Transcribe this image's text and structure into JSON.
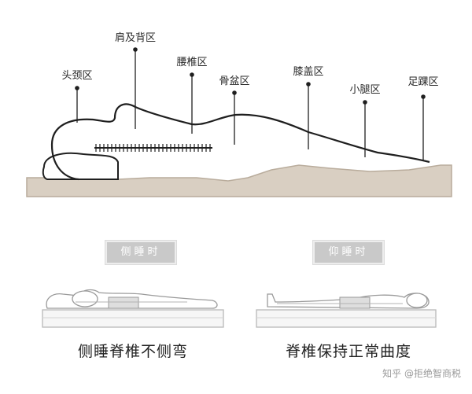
{
  "zones": [
    {
      "label": "头颈区"
    },
    {
      "label": "肩及背区"
    },
    {
      "label": "腰椎区"
    },
    {
      "label": "骨盆区"
    },
    {
      "label": "膝盖区"
    },
    {
      "label": "小腿区"
    },
    {
      "label": "足踝区"
    }
  ],
  "modes": {
    "side": {
      "tag": "侧睡时",
      "caption": "侧睡脊椎不侧弯"
    },
    "back": {
      "tag": "仰睡时",
      "caption": "脊椎保持正常曲度"
    }
  },
  "watermark": "知乎 @拒绝智商税",
  "colors": {
    "mattress": "#d9cfc2",
    "mattress_edge": "#b9ac9c",
    "line": "#1f1f1f"
  }
}
